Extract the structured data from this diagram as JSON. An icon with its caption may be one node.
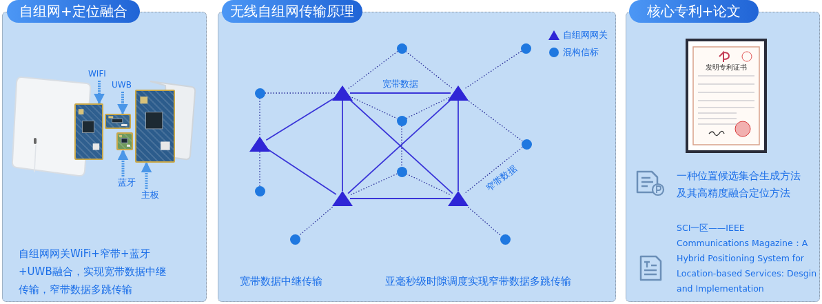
{
  "diagram": {
    "nodes": [
      {
        "text": [
          "自组网+定位融合",
          "自组网网关WiFi+窄带+蓝牙+UWB融合，实现宽带数据中继传输，窄带数据多跳传输"
        ]
      },
      {
        "text": [
          "WIFI"
        ],
        "in": 0
      },
      {
        "text": [
          "UWB"
        ],
        "in": 0
      },
      {
        "text": [],
        "shape": "picture",
        "in": 0
      },
      {
        "text": [],
        "shape": "picture",
        "in": 0
      },
      {
        "text": [],
        "shape": "picture",
        "in": 0
      },
      {
        "text": [],
        "shape": "picture",
        "in": 0
      },
      {
        "text": [
          "蓝牙"
        ],
        "in": 0
      },
      {
        "text": [
          "主板"
        ],
        "in": 0
      },
      {
        "text": [
          "无线自组网传输原理",
          "宽带数据中继传输",
          "亚毫秒级时隙调度实现窄带数据多跳传输"
        ]
      },
      {
        "text": [],
        "shape": "circle",
        "in": 9
      },
      {
        "text": [],
        "shape": "circle",
        "in": 9
      },
      {
        "text": [],
        "shape": "circle",
        "in": 9
      },
      {
        "text": [],
        "shape": "triangle",
        "in": 9
      },
      {
        "text": [],
        "shape": "triangle",
        "in": 9
      },
      {
        "text": [],
        "shape": "circle",
        "in": 9
      },
      {
        "text": [],
        "shape": "triangle",
        "in": 9
      },
      {
        "text": [],
        "shape": "circle",
        "in": 9
      },
      {
        "text": [],
        "shape": "circle",
        "in": 9
      },
      {
        "text": [],
        "shape": "circle",
        "in": 9
      },
      {
        "text": [],
        "shape": "triangle",
        "in": 9
      },
      {
        "text": [],
        "shape": "triangle",
        "in": 9
      },
      {
        "text": [],
        "shape": "circle",
        "in": 9
      },
      {
        "text": [],
        "shape": "circle",
        "in": 9
      },
      {
        "text": [
          "核心专利+论文",
          "一种位置候选集合生成方法及其高精度融合定位方法",
          "SCI一区——IEEE Communications Magazine：A Hybrid Positioning System for Location-based Services: Desgin and Implementation"
        ]
      }
    ],
    "edges": [
      {
        "from": 1,
        "to": 3,
        "arrow": "to",
        "style": "dashed",
        "color": "#4a96e8"
      },
      {
        "from": 2,
        "to": 4,
        "arrow": "to",
        "style": "dashed",
        "color": "#4a96e8"
      },
      {
        "from": 7,
        "to": 5,
        "arrow": "to",
        "style": "dashed",
        "color": "#4a96e8"
      },
      {
        "from": 8,
        "to": 6,
        "arrow": "to",
        "style": "dashed",
        "color": "#4a96e8"
      },
      {
        "from": 16,
        "to": 13,
        "arrow": "none"
      },
      {
        "from": 16,
        "to": 20,
        "arrow": "none"
      },
      {
        "from": 13,
        "to": 14,
        "arrow": "none",
        "label": "宽带数据"
      },
      {
        "from": 13,
        "to": 20,
        "arrow": "none"
      },
      {
        "from": 13,
        "to": 21,
        "arrow": "none"
      },
      {
        "from": 14,
        "to": 20,
        "arrow": "none"
      },
      {
        "from": 14,
        "to": 21,
        "arrow": "none"
      },
      {
        "from": 20,
        "to": 21,
        "arrow": "none"
      },
      {
        "from": 12,
        "to": 13,
        "arrow": "none",
        "style": "dashed"
      },
      {
        "from": 12,
        "to": 16,
        "arrow": "none",
        "style": "dashed"
      },
      {
        "from": 16,
        "to": 19,
        "arrow": "none",
        "style": "dashed"
      },
      {
        "from": 10,
        "to": 13,
        "arrow": "none",
        "style": "dashed"
      },
      {
        "from": 10,
        "to": 14,
        "arrow": "none",
        "style": "dashed"
      },
      {
        "from": 11,
        "to": 14,
        "arrow": "none",
        "style": "dashed"
      },
      {
        "from": 13,
        "to": 15,
        "arrow": "none",
        "style": "dashed"
      },
      {
        "from": 15,
        "to": 14,
        "arrow": "none",
        "style": "dashed"
      },
      {
        "from": 15,
        "to": 18,
        "arrow": "none",
        "style": "dashed"
      },
      {
        "from": 18,
        "to": 20,
        "arrow": "none",
        "style": "dashed"
      },
      {
        "from": 18,
        "to": 21,
        "arrow": "none",
        "style": "dashed"
      },
      {
        "from": 14,
        "to": 17,
        "arrow": "none",
        "style": "dashed"
      },
      {
        "from": 17,
        "to": 21,
        "arrow": "none",
        "style": "dashed",
        "label": "窄带数据"
      },
      {
        "from": 20,
        "to": 22,
        "arrow": "none",
        "style": "dashed"
      },
      {
        "from": 21,
        "to": 23,
        "arrow": "none",
        "style": "dashed"
      }
    ],
    "labels": [
      "发明专利证书"
    ],
    "legend": [
      {
        "text": "自组网网关"
      },
      {
        "text": "混构信标"
      }
    ]
  }
}
